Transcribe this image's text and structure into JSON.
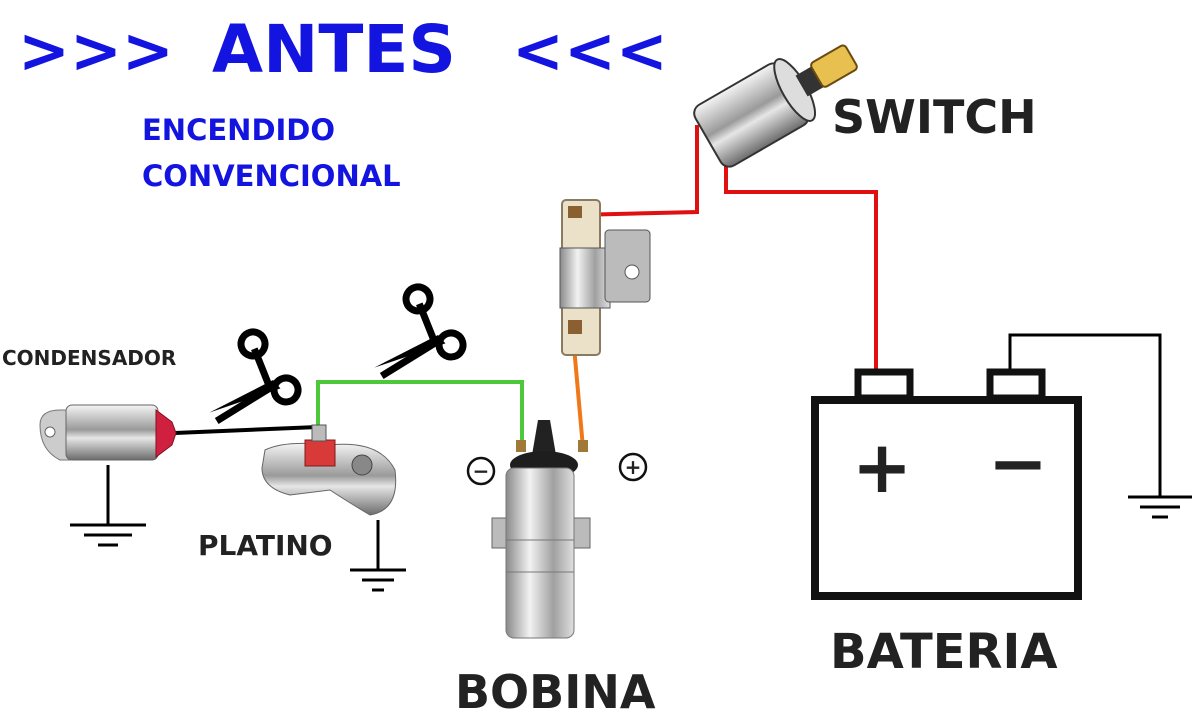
{
  "title": {
    "left_arrows": ">>>",
    "text": "ANTES",
    "right_arrows": "<<<"
  },
  "subtitle": {
    "line1": "ENCENDIDO",
    "line2": "CONVENCIONAL"
  },
  "labels": {
    "switch": "SWITCH",
    "condensador": "CONDENSADOR",
    "platino": "PLATINO",
    "bobina": "BOBINA",
    "bateria": "BATERIA",
    "battery_plus": "+",
    "battery_minus": "−",
    "coil_minus": "−",
    "coil_plus": "+"
  },
  "colors": {
    "title": "#1414e0",
    "power_wire": "#e01010",
    "coil_wire": "#4cc83a",
    "ballast_wire": "#f07818",
    "ground_wire": "#000000"
  },
  "icons": [
    "scissors-icon",
    "scissors-icon",
    "ground-icon",
    "ground-icon",
    "ground-icon"
  ]
}
